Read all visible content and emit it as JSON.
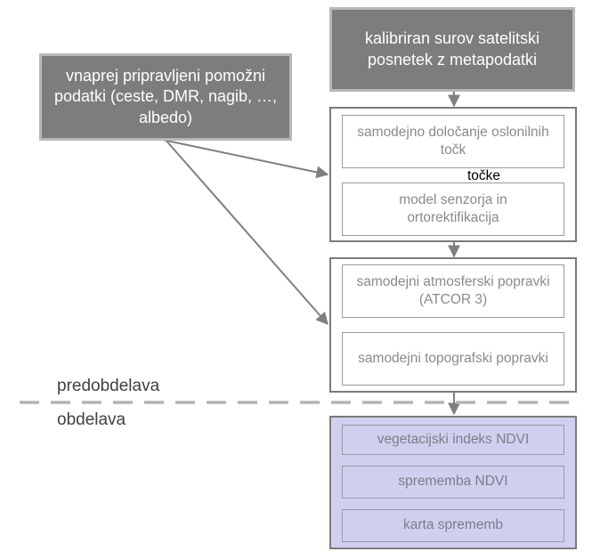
{
  "boxes": {
    "satellite_input": "kalibriran surov satelitski posnetek z metapodatki",
    "auxiliary_input": "vnaprej pripravljeni pomožni podatki (ceste, DMR, nagib, …, albedo)"
  },
  "steps": {
    "gcp": "samodejno določanje oslonilnih točk",
    "gcp_output": "točke",
    "ortho": "model senzorja in ortorektifikacija",
    "atmospheric": "samodejni atmosferski popravki (ATCOR 3)",
    "topographic": "samodejni topografski popravki",
    "ndvi": "vegetacijski indeks NDVI",
    "ndvi_change": "sprememba NDVI",
    "change_map": "karta sprememb"
  },
  "phases": {
    "preprocessing": "predobdelava",
    "processing": "obdelava"
  },
  "colors": {
    "dark_box": "#7d7d7d",
    "purple_group": "#d0d0ee",
    "connector": "#7f7f7f",
    "divider": "#b4b4b4"
  }
}
